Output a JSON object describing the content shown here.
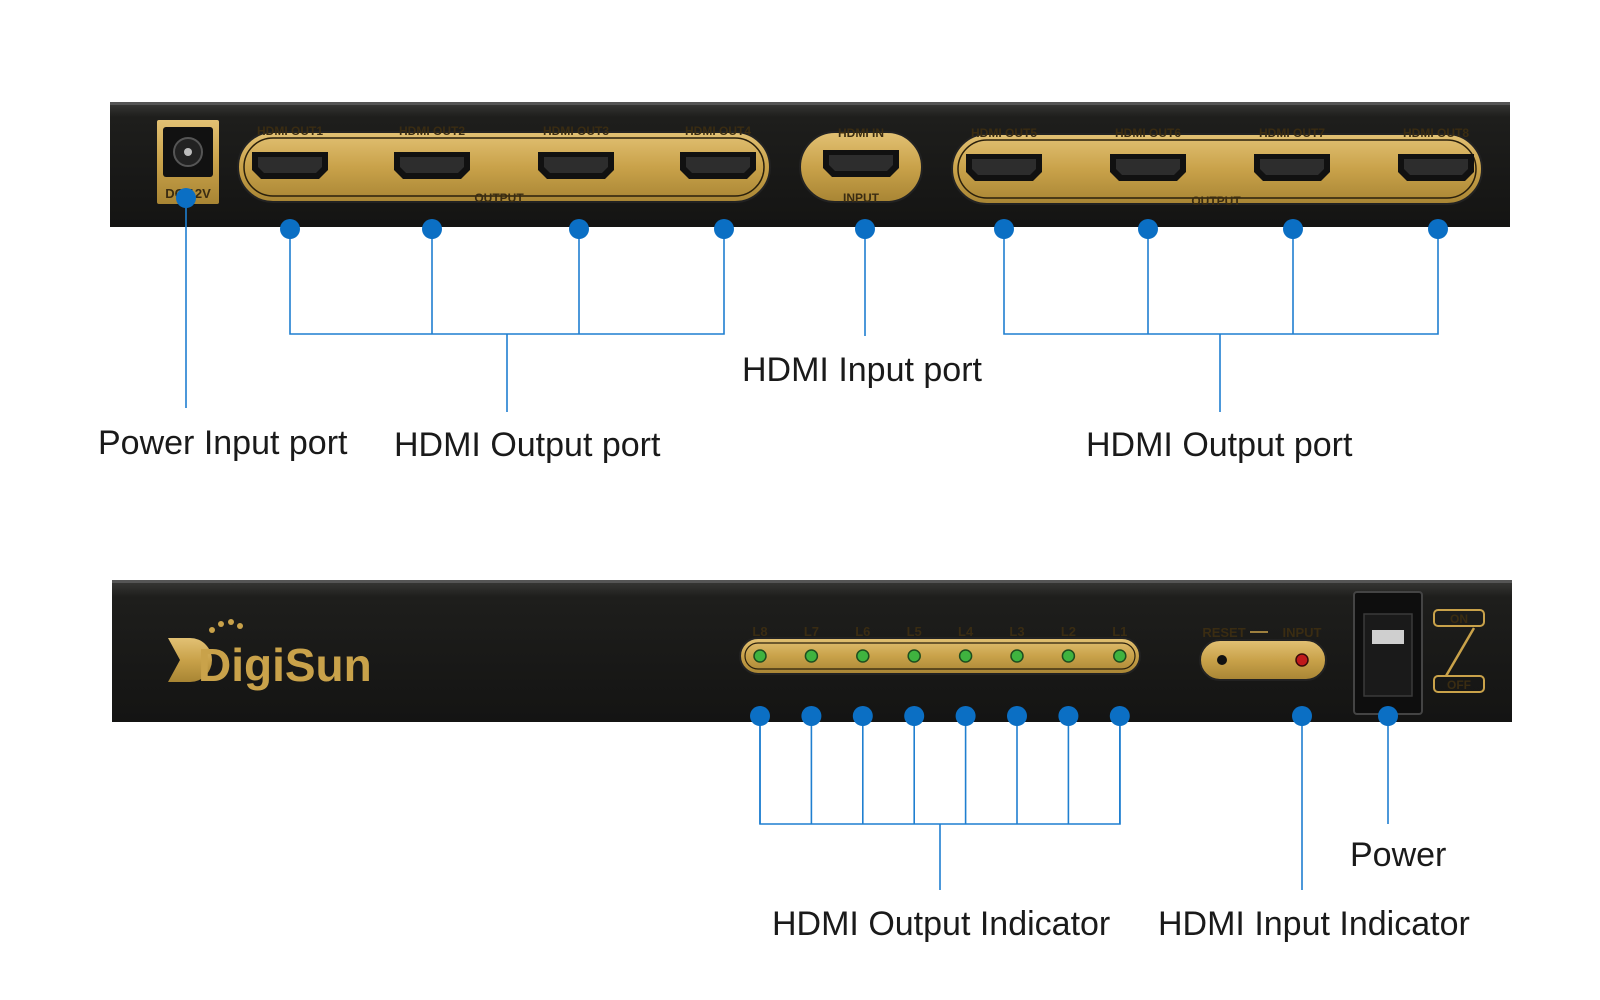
{
  "top_panel": {
    "power_jack_label": "DC 12V",
    "output_group_left": {
      "ports": [
        "HDMI OUT1",
        "HDMI OUT2",
        "HDMI OUT3",
        "HDMI OUT4"
      ],
      "group_label": "OUTPUT"
    },
    "input_group": {
      "port": "HDMI IN",
      "group_label": "INPUT"
    },
    "output_group_right": {
      "ports": [
        "HDMI OUT5",
        "HDMI OUT6",
        "HDMI OUT7",
        "HDMI OUT8"
      ],
      "group_label": "OUTPUT"
    }
  },
  "bottom_panel": {
    "brand": "DigiSun",
    "led_labels": [
      "L8",
      "L7",
      "L6",
      "L5",
      "L4",
      "L3",
      "L2",
      "L1"
    ],
    "reset_label": "RESET",
    "input_label": "INPUT",
    "switch_on": "ON",
    "switch_off": "OFF"
  },
  "callouts": {
    "power_input_port": "Power Input port",
    "hdmi_output_port_left": "HDMI Output port",
    "hdmi_input_port": "HDMI Input port",
    "hdmi_output_port_right": "HDMI Output port",
    "hdmi_output_indicator": "HDMI Output Indicator",
    "hdmi_input_indicator": "HDMI Input Indicator",
    "power": "Power"
  },
  "colors": {
    "panel_black": "#1c1c1a",
    "panel_gold": "#c9a24a",
    "leader_blue": "#1f7fd0",
    "led_green": "#3fb33f",
    "led_red": "#c0191b"
  }
}
